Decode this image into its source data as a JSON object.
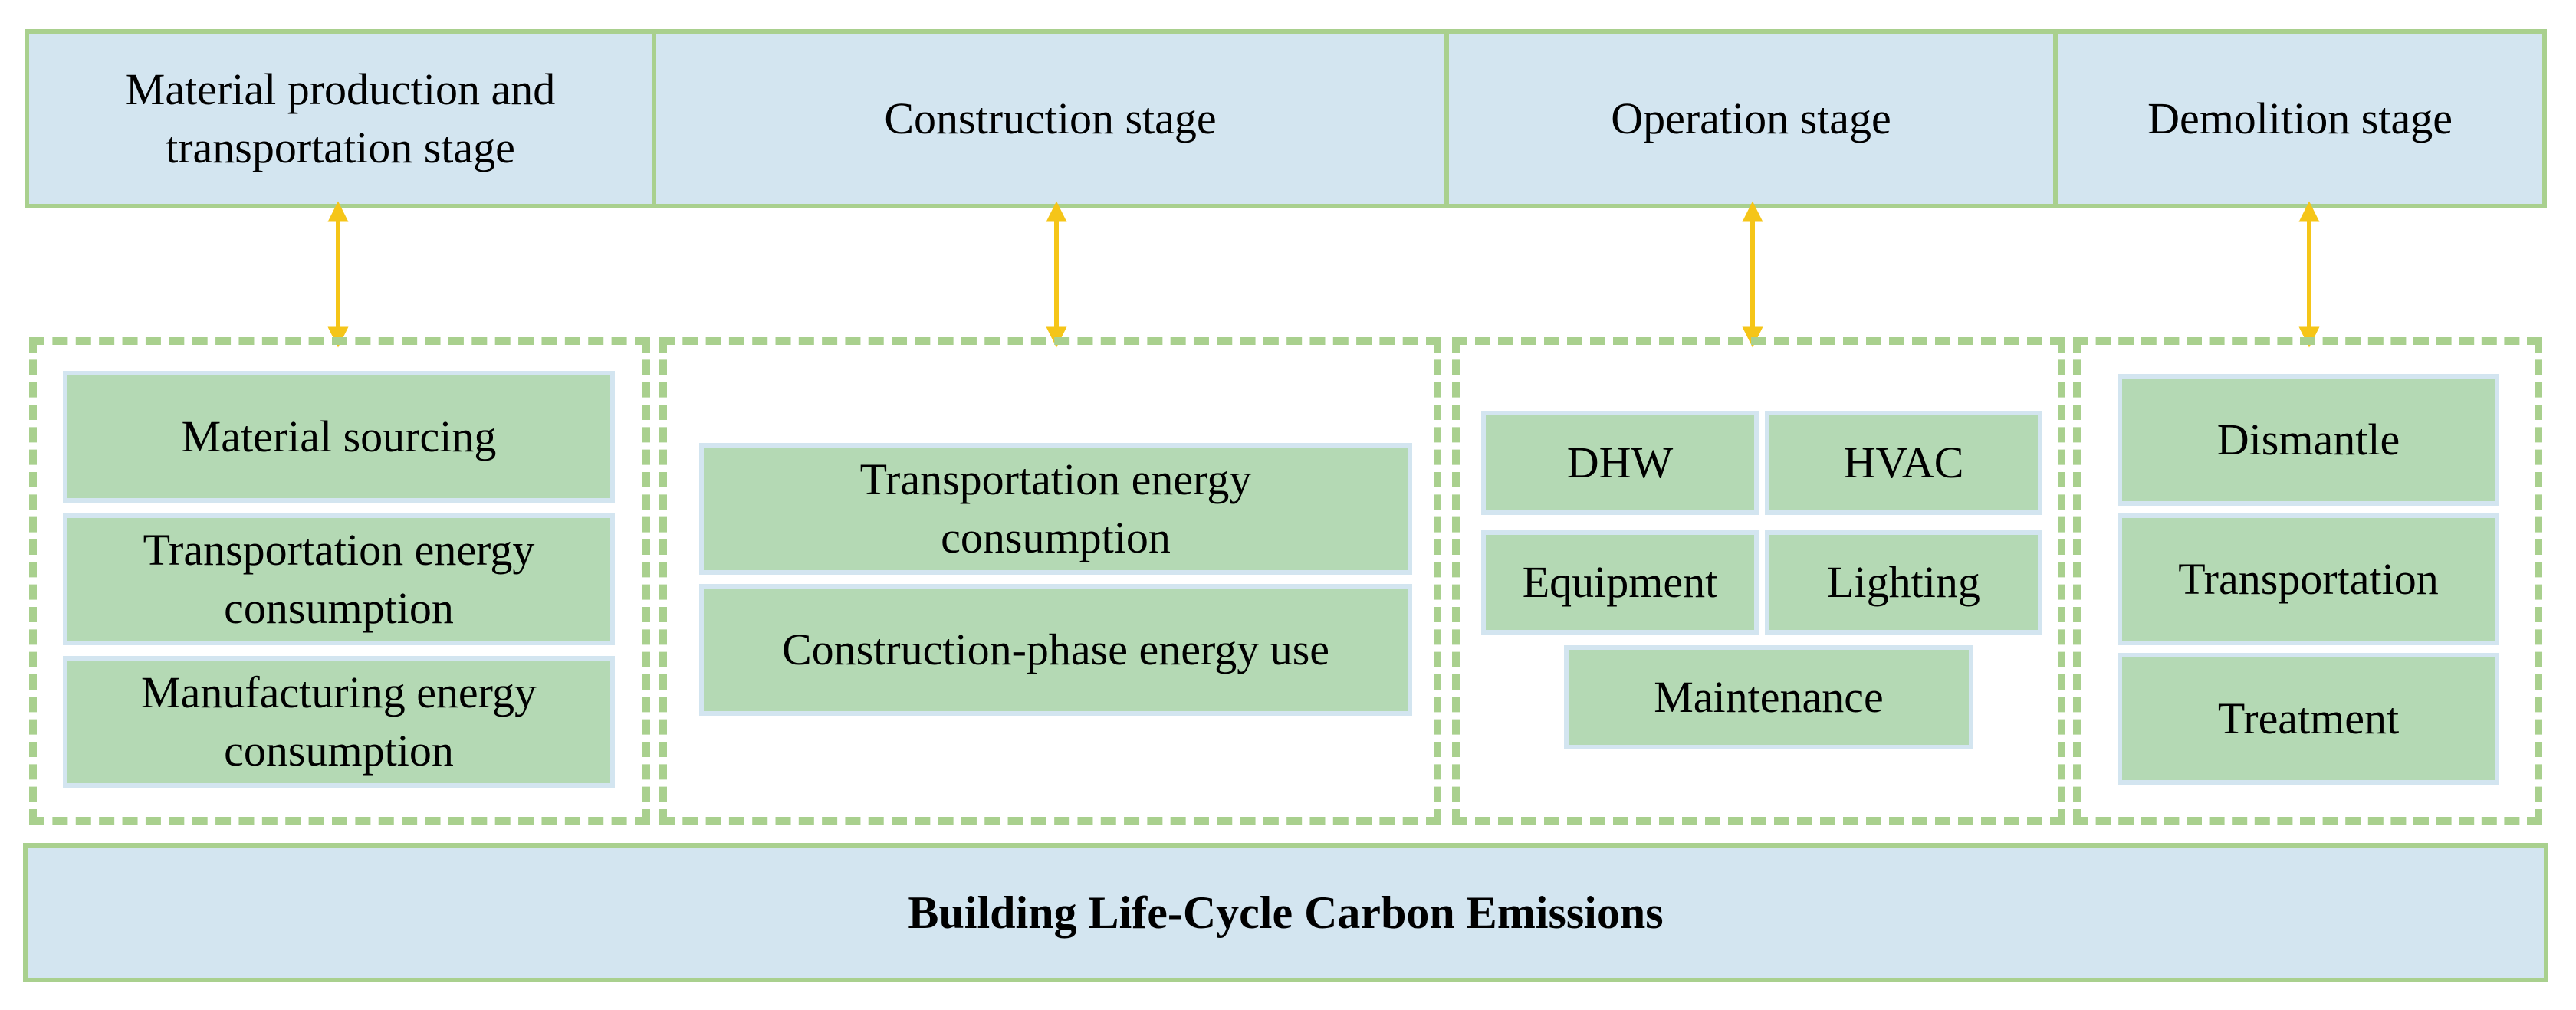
{
  "stages": [
    {
      "label": "Material production and transportation stage"
    },
    {
      "label": "Construction stage"
    },
    {
      "label": "Operation stage"
    },
    {
      "label": "Demolition stage"
    }
  ],
  "material_group": {
    "items": [
      "Material sourcing",
      "Transportation energy consumption",
      "Manufacturing energy consumption"
    ]
  },
  "construction_group": {
    "items": [
      "Transportation energy consumption",
      "Construction-phase energy use"
    ]
  },
  "operation_group": {
    "items": [
      "DHW",
      "HVAC",
      "Equipment",
      "Lighting",
      "Maintenance"
    ]
  },
  "demolition_group": {
    "items": [
      "Dismantle",
      "Transportation",
      "Treatment"
    ]
  },
  "footer": {
    "label": "Building Life-Cycle Carbon Emissions"
  },
  "colors": {
    "stage_fill": "#d3e5f0",
    "item_fill": "#b4d9b4",
    "border_green": "#a9d08e",
    "arrow": "#f5c518"
  }
}
